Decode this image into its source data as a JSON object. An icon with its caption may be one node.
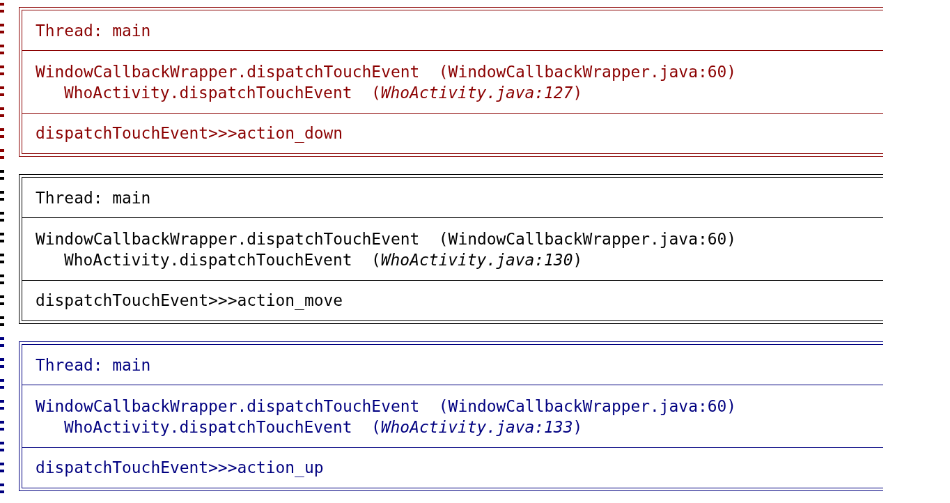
{
  "diagram": {
    "nodes": [
      {
        "text": [
          "Thread: main",
          "WindowCallbackWrapper.dispatchTouchEvent  (WindowCallbackWrapper.java:60)",
          "WhoActivity.dispatchTouchEvent  (*WhoActivity.java:127*)",
          "dispatchTouchEvent>>>action_down"
        ]
      },
      {
        "text": [
          "Thread: main",
          "WindowCallbackWrapper.dispatchTouchEvent  (WindowCallbackWrapper.java:60)",
          "WhoActivity.dispatchTouchEvent  (*WhoActivity.java:130*)",
          "dispatchTouchEvent>>>action_move"
        ]
      },
      {
        "text": [
          "Thread: main",
          "WindowCallbackWrapper.dispatchTouchEvent  (WindowCallbackWrapper.java:60)",
          "WhoActivity.dispatchTouchEvent  (*WhoActivity.java:133*)",
          "dispatchTouchEvent>>>action_up"
        ]
      }
    ]
  }
}
